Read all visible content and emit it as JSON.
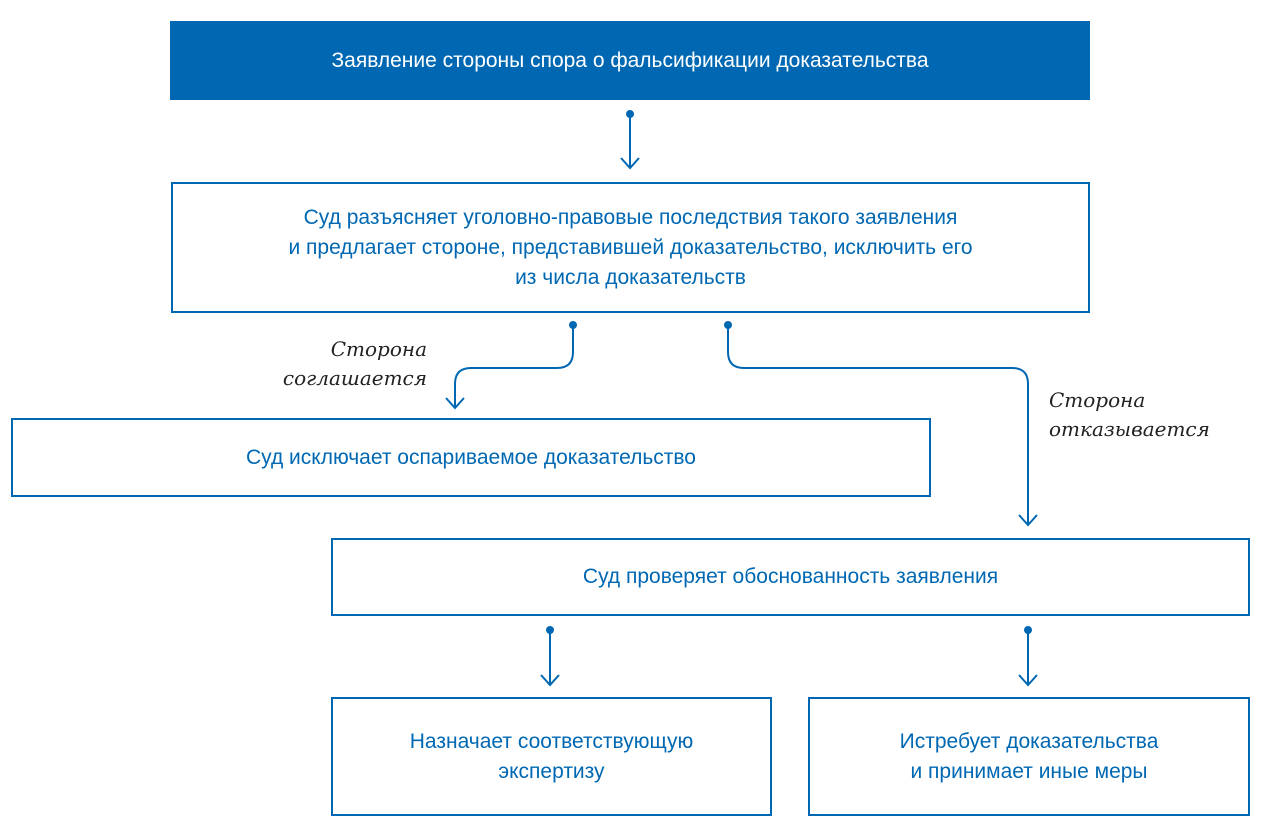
{
  "colors": {
    "accent": "#0068b3"
  },
  "nodes": {
    "claim": "Заявление стороны спора о фальсификации доказательства",
    "explain": "Суд разъясняет уголовно-правовые последствия такого заявления\nи предлагает стороне, представившей доказательство, исключить его\nиз числа доказательств",
    "exclude": "Суд исключает оспариваемое доказательство",
    "verify": "Суд проверяет обоснованность заявления",
    "expertise": "Назначает соответствующую\nэкспертизу",
    "demand": "Истребует доказательства\nи принимает иные меры"
  },
  "edge_labels": {
    "agrees": "Сторона\nсоглашается",
    "refuses": "Сторона\nотказывается"
  }
}
